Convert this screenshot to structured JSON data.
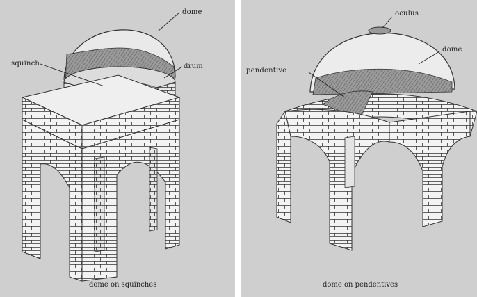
{
  "left_figure": {
    "labels": {
      "dome": "dome",
      "squinch": "squinch",
      "drum": "drum"
    },
    "caption": "dome on squinches"
  },
  "right_figure": {
    "labels": {
      "oculus": "oculus",
      "dome": "dome",
      "pendentive": "pendentive"
    },
    "caption": "dome on pendentives"
  },
  "colors": {
    "paper": "#cfcfcf",
    "ink": "#222222",
    "brick_fill": "#f4f4f4"
  }
}
